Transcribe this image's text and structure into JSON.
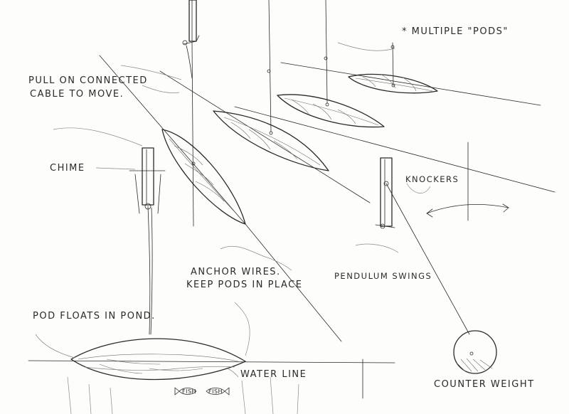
{
  "annotations": {
    "multiple_pods": "* MULTIPLE \"PODS\"",
    "pull_cable_line1": "PULL ON CONNECTED",
    "pull_cable_line2": "CABLE TO MOVE.",
    "chime": "CHIME",
    "knockers": "KNOCKERS",
    "anchor_wires_line1": "ANCHOR WIRES.",
    "anchor_wires_line2": "KEEP PODS IN PLACE",
    "pendulum_swings": "PENDULUM SWINGS",
    "pod_floats": "POD FLOATS IN POND.",
    "water_line": "WATER LINE",
    "counter_weight": "COUNTER WEIGHT",
    "fish_1": "FISH",
    "fish_2": "FISH"
  },
  "colors": {
    "ink": "#2a2a2a",
    "paper": "#fdfdfb",
    "pencil_shade": "#8a8a8a"
  }
}
